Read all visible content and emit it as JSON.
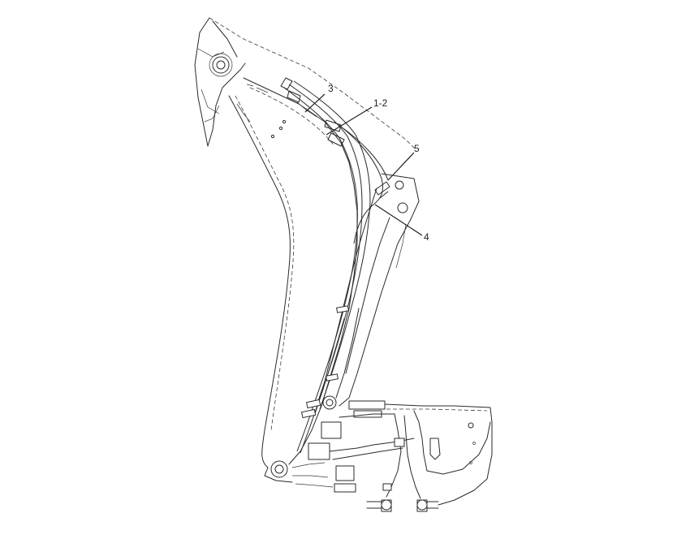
{
  "figure": {
    "background": "#ffffff",
    "line_color": "#2a2a2a"
  },
  "callouts": [
    {
      "id": "c3",
      "label": "3"
    },
    {
      "id": "c12",
      "label": "1-2"
    },
    {
      "id": "c5",
      "label": "5"
    },
    {
      "id": "c4",
      "label": "4"
    }
  ]
}
